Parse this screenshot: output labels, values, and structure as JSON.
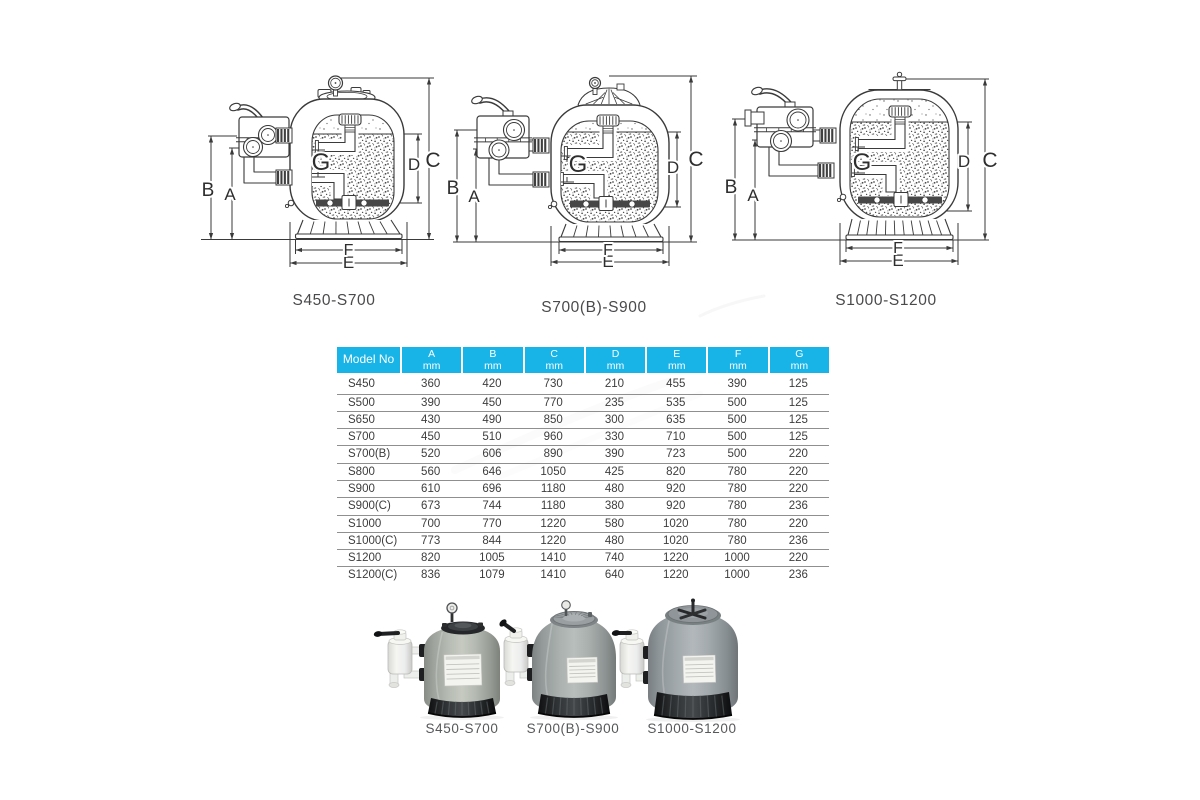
{
  "document": {
    "kind": "sand-filter-datasheet",
    "background": "#ffffff"
  },
  "drawings": [
    {
      "caption": "S450-S700",
      "dim_labels": [
        "A",
        "B",
        "C",
        "D",
        "E",
        "F",
        "G"
      ]
    },
    {
      "caption": "S700(B)-S900",
      "dim_labels": [
        "A",
        "B",
        "C",
        "D",
        "E",
        "F",
        "G"
      ]
    },
    {
      "caption": "S1000-S1200",
      "dim_labels": [
        "A",
        "B",
        "C",
        "D",
        "E",
        "F",
        "G"
      ]
    }
  ],
  "table": {
    "header_model": "Model No",
    "unit": "mm",
    "columns": [
      "A",
      "B",
      "C",
      "D",
      "E",
      "F",
      "G"
    ],
    "colors": {
      "header_bg": "#18b4e8",
      "header_text": "#ffffff",
      "row_text": "#3d3d3d",
      "row_line": "#8f8f8f"
    },
    "rows": [
      {
        "model": "S450",
        "values": [
          "360",
          "420",
          "730",
          "210",
          "455",
          "390",
          "125"
        ]
      },
      {
        "model": "S500",
        "values": [
          "390",
          "450",
          "770",
          "235",
          "535",
          "500",
          "125"
        ]
      },
      {
        "model": "S650",
        "values": [
          "430",
          "490",
          "850",
          "300",
          "635",
          "500",
          "125"
        ]
      },
      {
        "model": "S700",
        "values": [
          "450",
          "510",
          "960",
          "330",
          "710",
          "500",
          "125"
        ]
      },
      {
        "model": "S700(B)",
        "values": [
          "520",
          "606",
          "890",
          "390",
          "723",
          "500",
          "220"
        ]
      },
      {
        "model": "S800",
        "values": [
          "560",
          "646",
          "1050",
          "425",
          "820",
          "780",
          "220"
        ]
      },
      {
        "model": "S900",
        "values": [
          "610",
          "696",
          "1180",
          "480",
          "920",
          "780",
          "220"
        ]
      },
      {
        "model": "S900(C)",
        "values": [
          "673",
          "744",
          "1180",
          "380",
          "920",
          "780",
          "236"
        ]
      },
      {
        "model": "S1000",
        "values": [
          "700",
          "770",
          "1220",
          "580",
          "1020",
          "780",
          "220"
        ]
      },
      {
        "model": "S1000(C)",
        "values": [
          "773",
          "844",
          "1220",
          "480",
          "1020",
          "780",
          "236"
        ]
      },
      {
        "model": "S1200",
        "values": [
          "820",
          "1005",
          "1410",
          "740",
          "1220",
          "1000",
          "220"
        ]
      },
      {
        "model": "S1200(C)",
        "values": [
          "836",
          "1079",
          "1410",
          "640",
          "1220",
          "1000",
          "236"
        ]
      }
    ]
  },
  "photos": [
    {
      "caption": "S450-S700"
    },
    {
      "caption": "S700(B)-S900"
    },
    {
      "caption": "S1000-S1200"
    }
  ]
}
